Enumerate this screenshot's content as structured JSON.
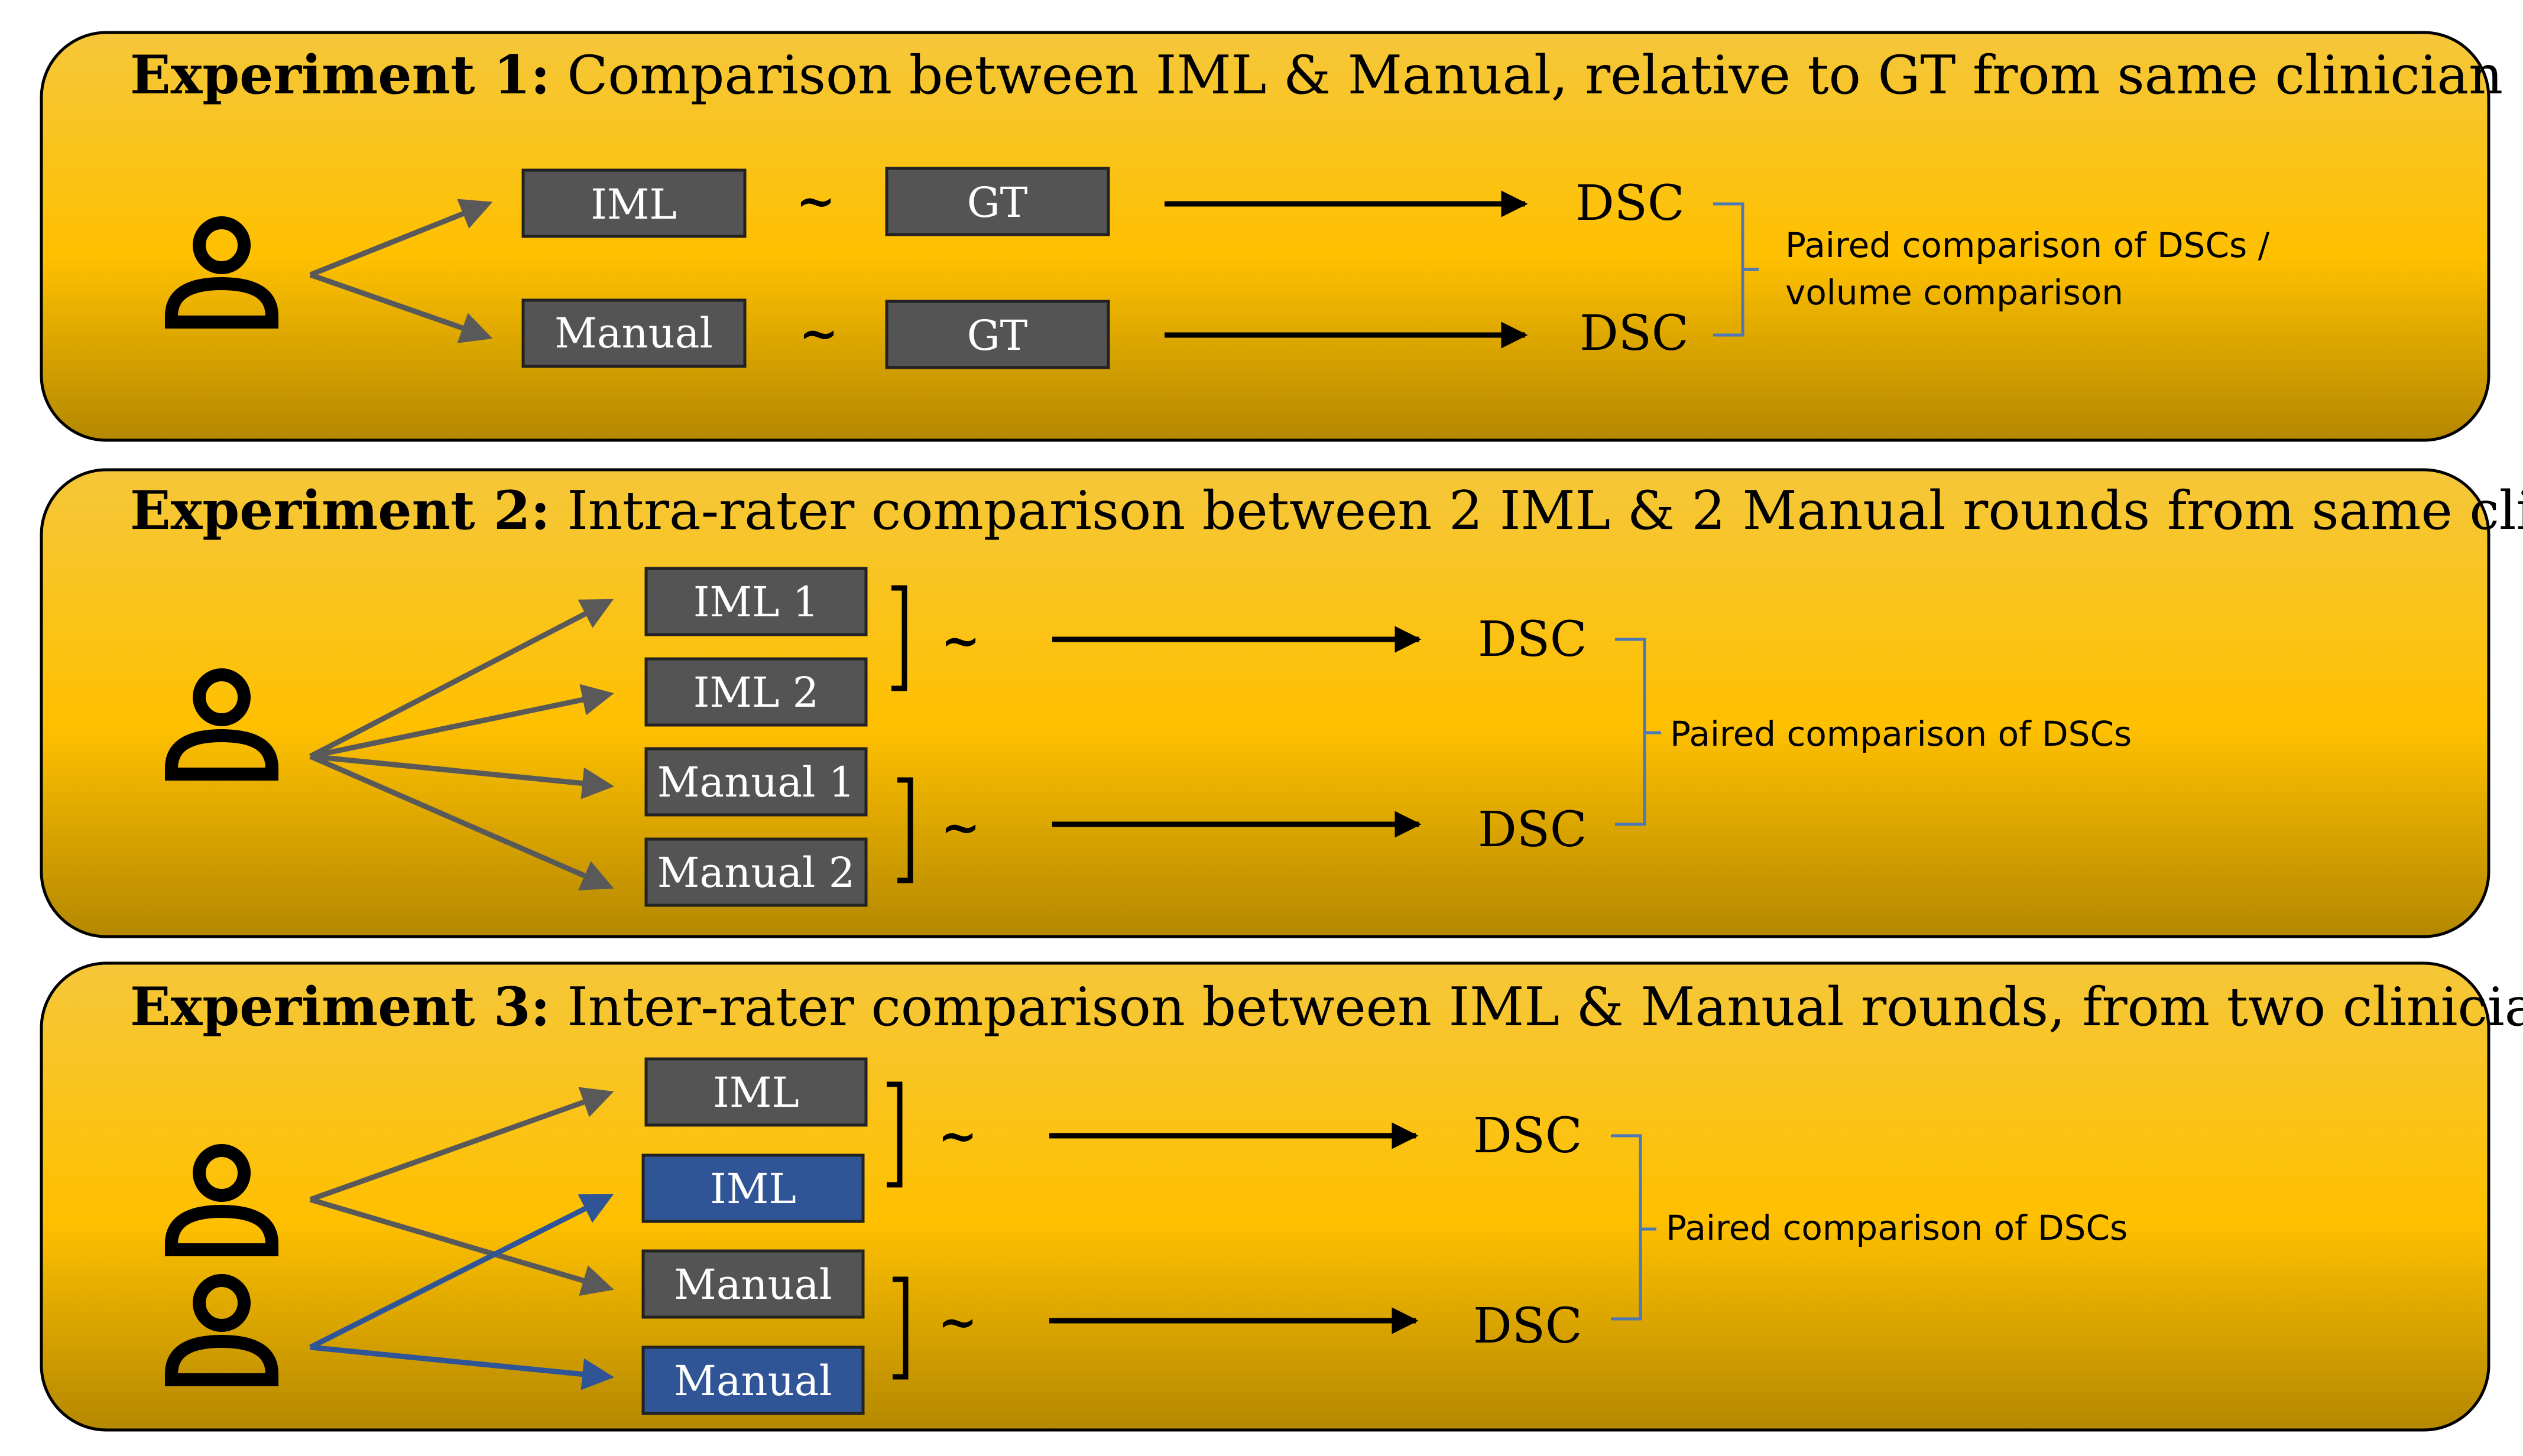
{
  "experiments": [
    {
      "title_bold": "Experiment 1:",
      "title_rest": " Comparison between IML & Manual, relative to GT from same clinician",
      "rows": [
        {
          "left": "IML",
          "tilde": "~",
          "right": "GT",
          "result": "DSC"
        },
        {
          "left": "Manual",
          "tilde": "~",
          "right": "GT",
          "result": "DSC"
        }
      ],
      "note_lines": [
        "Paired comparison of DSCs /",
        "volume comparison"
      ]
    },
    {
      "title_bold": "Experiment 2:",
      "title_rest": " Intra-rater comparison between 2 IML & 2 Manual rounds from same clinician",
      "boxes": [
        "IML 1",
        "IML 2",
        "Manual 1",
        "Manual 2"
      ],
      "tildes": [
        "~",
        "~"
      ],
      "results": [
        "DSC",
        "DSC"
      ],
      "note_lines": [
        "Paired comparison of DSCs"
      ]
    },
    {
      "title_bold": "Experiment 3:",
      "title_rest": " Inter-rater comparison between IML & Manual rounds, from two clinicians",
      "boxes": [
        "IML",
        "IML",
        "Manual",
        "Manual"
      ],
      "tildes": [
        "~",
        "~"
      ],
      "results": [
        "DSC",
        "DSC"
      ],
      "note_lines": [
        "Paired comparison of DSCs"
      ]
    }
  ],
  "colors": {
    "panel_top": "#f5c73a",
    "panel_mid": "#ffc000",
    "panel_bottom": "#b48800",
    "box_gray": "#545454",
    "box_blue": "#2f5597",
    "arrow_gray": "#595959",
    "arrow_blue": "#2f5597"
  },
  "icons": [
    "person-icon",
    "two-person-icon"
  ]
}
